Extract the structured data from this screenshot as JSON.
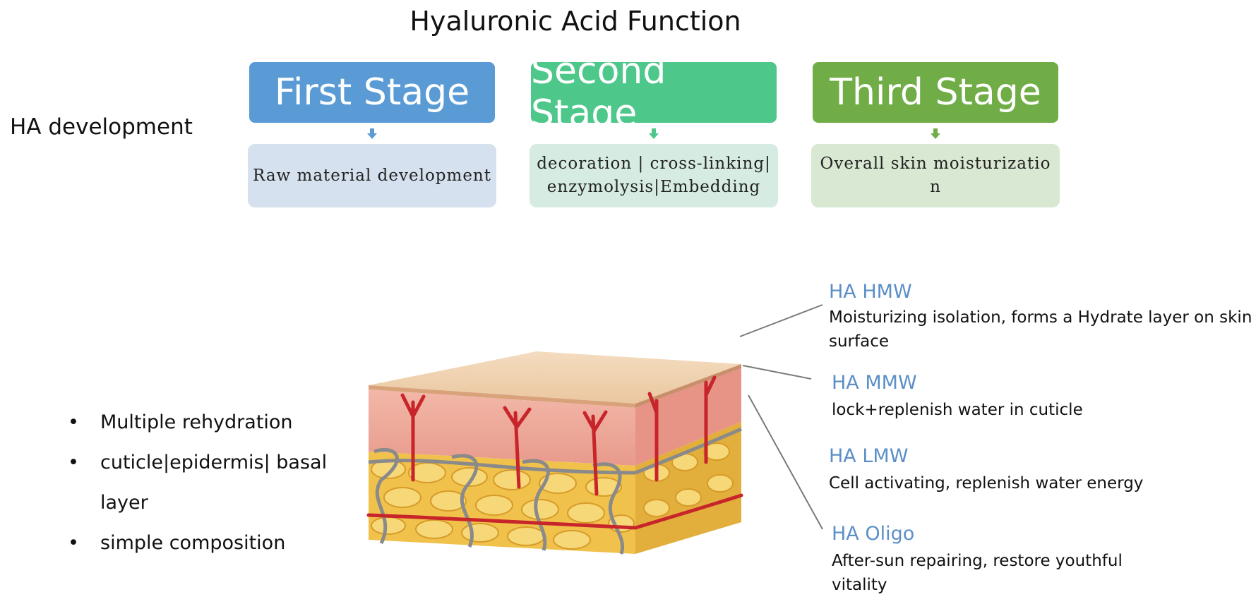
{
  "title": "Hyaluronic Acid Function",
  "row_label": "HA development",
  "stages": [
    {
      "header": "First Stage",
      "body": "Raw material development",
      "color": "#5b9bd5",
      "body_color": "#d6e1ef"
    },
    {
      "header": "Second Stage",
      "body": "decoration | cross-linking|enzymolysis|Embedding",
      "color": "#4ec78a",
      "body_color": "#d6ece2"
    },
    {
      "header": "Third Stage",
      "body": "Overall skin moisturization",
      "color": "#70ad47",
      "body_color": "#d8e8d2"
    }
  ],
  "bullets": [
    "Multiple rehydration",
    "cuticle|epidermis| basal layer",
    "simple composition"
  ],
  "ha_types": [
    {
      "name": "HA HMW",
      "desc": "Moisturizing isolation, forms a Hydrate layer on skin surface"
    },
    {
      "name": "HA MMW",
      "desc": "lock+replenish water in cuticle"
    },
    {
      "name": "HA LMW",
      "desc": "Cell activating, replenish water energy"
    },
    {
      "name": "HA Oligo",
      "desc": "After-sun repairing, restore youthful vitality"
    }
  ]
}
